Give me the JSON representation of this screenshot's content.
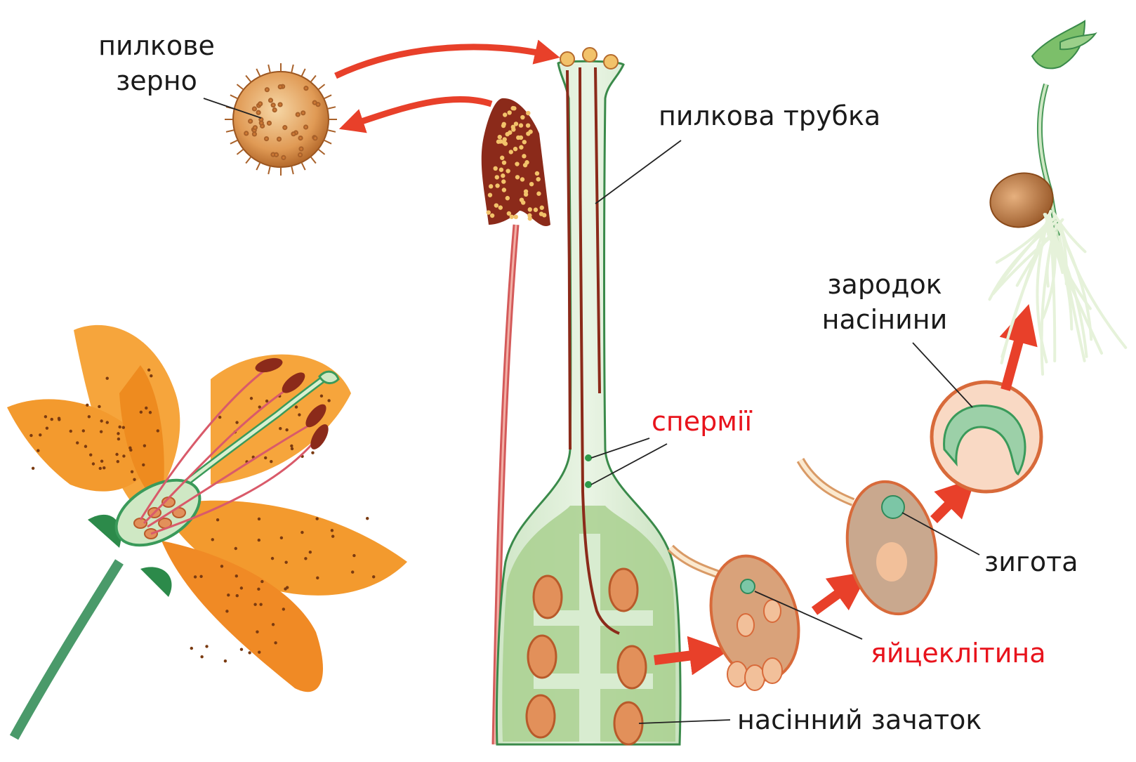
{
  "labels": {
    "pollen_grain": [
      "пилкове",
      "зерно"
    ],
    "pollen_tube": "пилкова трубка",
    "sperms": "спермії",
    "embryo": [
      "зародок",
      "насінини"
    ],
    "zygote": "зигота",
    "egg_cell": "яйцеклітина",
    "ovule": "насінний зачаток"
  },
  "colors": {
    "label_text": "#1a1a1a",
    "highlight_text": "#e8131c",
    "arrow": "#e8402a",
    "petal": "#f39a2e",
    "pistil_green": "#9cc98a",
    "ovule_fill": "#e2905a",
    "anther": "#8b2a1a",
    "pollen": "#d98a3a"
  }
}
